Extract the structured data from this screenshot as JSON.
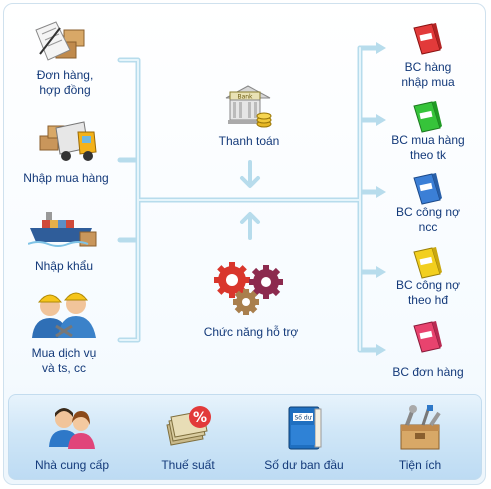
{
  "left_items": [
    {
      "line1": "Đơn hàng,",
      "line2": "hợp đồng",
      "icon": "contract-icon"
    },
    {
      "line1": "Nhập mua hàng",
      "line2": "",
      "icon": "delivery-truck-icon"
    },
    {
      "line1": "Nhập khẩu",
      "line2": "",
      "icon": "cargo-ship-icon"
    },
    {
      "line1": "Mua dịch vụ",
      "line2": "và ts, cc",
      "icon": "workers-icon"
    }
  ],
  "center_items": [
    {
      "label": "Thanh toán",
      "icon": "bank-icon"
    },
    {
      "label": "Chức năng hỗ trợ",
      "icon": "gears-icon"
    }
  ],
  "bank_sign": "Bank",
  "right_items": [
    {
      "line1": "BC hàng",
      "line2": "nhập mua",
      "icon": "red-report-icon"
    },
    {
      "line1": "BC mua hàng",
      "line2": "theo tk",
      "icon": "green-report-icon"
    },
    {
      "line1": "BC công nợ",
      "line2": "ncc",
      "icon": "blue-report-icon"
    },
    {
      "line1": "BC công nợ",
      "line2": "theo hđ",
      "icon": "yellow-report-icon"
    },
    {
      "line1": "BC đơn hàng",
      "line2": "",
      "icon": "pink-report-icon"
    }
  ],
  "bottom_items": [
    {
      "label": "Nhà cung cấp",
      "icon": "suppliers-icon"
    },
    {
      "label": "Thuế suất",
      "icon": "tax-rate-icon"
    },
    {
      "label": "Số dư ban đầu",
      "icon": "ledger-book-icon"
    },
    {
      "label": "Tiện ích",
      "icon": "toolbox-icon"
    }
  ],
  "ledger_title": "Số dư",
  "tax_symbol": "%",
  "colors": {
    "text": "#143a7a",
    "connector": "#c5e6f2",
    "connector_edge": "#a9d4e6",
    "panel": "#cfe6f7"
  }
}
